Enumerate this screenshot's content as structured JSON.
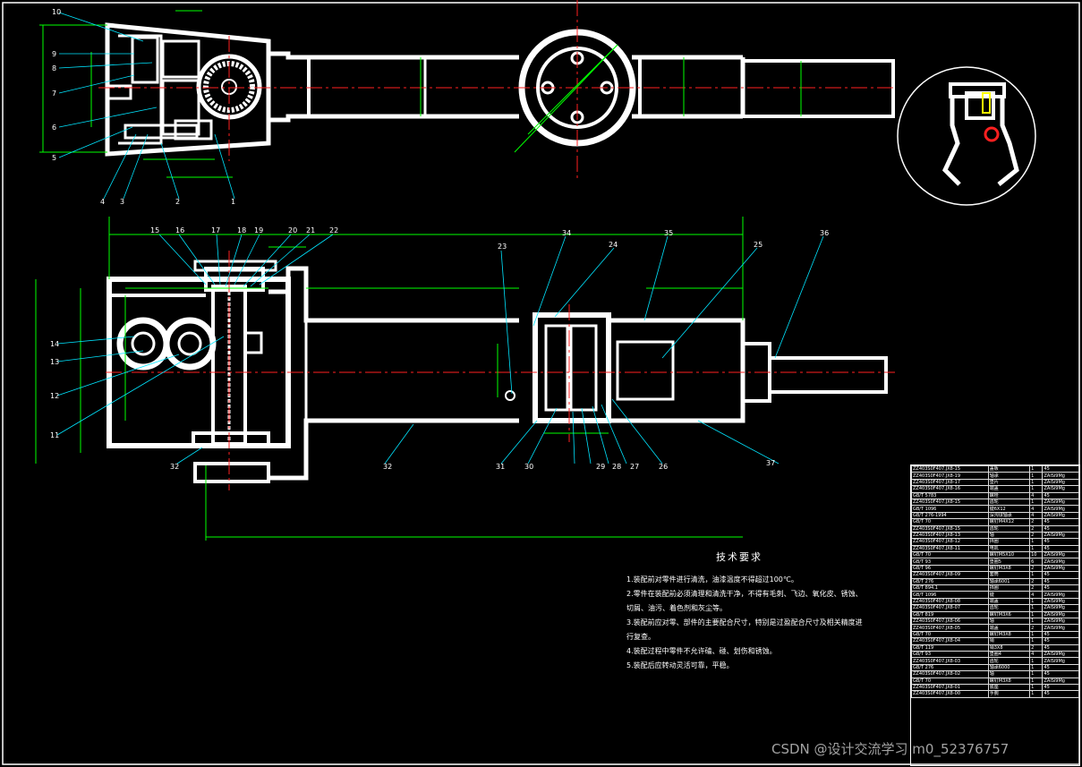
{
  "drawing": {
    "top_view_callouts": [
      "10",
      "9",
      "8",
      "7",
      "6",
      "5",
      "4",
      "3",
      "2",
      "1"
    ],
    "front_view_callouts_top": [
      "15",
      "16",
      "17",
      "18",
      "19",
      "20",
      "21",
      "22",
      "23",
      "34",
      "24",
      "35",
      "25",
      "36"
    ],
    "front_view_callouts_left": [
      "14",
      "13",
      "12",
      "11"
    ],
    "front_view_callouts_bottom": [
      "32",
      "31",
      "30",
      "29",
      "28",
      "27",
      "26",
      "37"
    ],
    "shaft_label": "32"
  },
  "technical_requirements": {
    "title": "技术要求",
    "items": [
      "1.装配前对零件进行清洗，油漆温度不得超过100℃。",
      "2.零件在装配前必须清理和清洗干净，不得有毛刺、飞边、氧化皮、锈蚀、",
      "切屑、油污、着色剂和灰尘等。",
      "3.装配前应对零、部件的主要配合尺寸，特别是过盈配合尺寸及相关精度进",
      "行复查。",
      "4.装配过程中零件不允许磕、碰、划伤和锈蚀。",
      "5.装配后应转动灵活可靠，平稳。"
    ]
  },
  "watermark": "CSDN @设计交流学习 m0_52376757",
  "bom_rows": [
    [
      "ZZ403S0F407.JX8-15",
      "盖板",
      "1",
      "45"
    ],
    [
      "ZZ403S0F407.JX8-19",
      "轴承",
      "1",
      "ZAlSi9Mg"
    ],
    [
      "ZZ403S0F407.JX8-17",
      "垫片",
      "1",
      "ZAlSi9Mg"
    ],
    [
      "ZZ403S0F407.JX8-16",
      "端盖",
      "1",
      "ZAlSi9Mg"
    ],
    [
      "GB/T 5783",
      "螺栓",
      "4",
      "45"
    ],
    [
      "ZZ403S0F407.JX8-15",
      "齿轮",
      "1",
      "ZAlSi9Mg"
    ],
    [
      "GB/T 1096",
      "键6X12",
      "4",
      "ZAlSi9Mg"
    ],
    [
      "GB/T 276-1994",
      "深沟球轴承",
      "4",
      "ZAlSi9Mg"
    ],
    [
      "GB/T 70",
      "螺钉M4X12",
      "2",
      "45"
    ],
    [
      "ZZ403S0F407.JX8-15",
      "齿轮",
      "2",
      "45"
    ],
    [
      "ZZ403S0F407.JX8-13",
      "轴",
      "2",
      "ZAlSi9Mg"
    ],
    [
      "ZZ403S0F407.JX8-12",
      "挡圈",
      "1",
      "45"
    ],
    [
      "ZZ403S0F407.JX8-11",
      "电机",
      "1",
      "45"
    ],
    [
      "GB/T 70",
      "螺钉M5X10",
      "10",
      "ZAlSi9Mg"
    ],
    [
      "GB/T 93",
      "垫圈5",
      "6",
      "ZAlSi9Mg"
    ],
    [
      "GB/T 96",
      "螺钉M3X8",
      "2",
      "ZAlSi9Mg"
    ],
    [
      "ZZ403S0F407.JX8-09",
      "套筒",
      "1",
      "45"
    ],
    [
      "GB/T 276",
      "轴承6001",
      "2",
      "45"
    ],
    [
      "GB/T 894.1",
      "挡圈",
      "2",
      "45"
    ],
    [
      "GB/T 1096",
      "键",
      "4",
      "ZAlSi9Mg"
    ],
    [
      "ZZ403S0F407.JX8-08",
      "端盖",
      "1",
      "ZAlSi9Mg"
    ],
    [
      "ZZ403S0F407.JX8-07",
      "齿轮",
      "1",
      "ZAlSi9Mg"
    ],
    [
      "GB/T 819",
      "螺钉M3X6",
      "1",
      "ZAlSi9Mg"
    ],
    [
      "ZZ403S0F407.JX8-06",
      "轴",
      "1",
      "ZAlSi9Mg"
    ],
    [
      "ZZ403S0F407.JX8-05",
      "端盖",
      "2",
      "ZAlSi9Mg"
    ],
    [
      "GB/T 70",
      "螺钉M3X8",
      "1",
      "45"
    ],
    [
      "ZZ403S0F407.JX8-04",
      "销",
      "1",
      "45"
    ],
    [
      "GB/T 119",
      "销3X8",
      "2",
      "45"
    ],
    [
      "GB/T 93",
      "垫圈4",
      "4",
      "ZAlSi9Mg"
    ],
    [
      "ZZ403S0F407.JX8-03",
      "齿轮",
      "1",
      "ZAlSi9Mg"
    ],
    [
      "GB/T 276",
      "轴承6000",
      "1",
      "45"
    ],
    [
      "ZZ403S0F407.JX8-02",
      "轴",
      "1",
      "45"
    ],
    [
      "GB/T 70",
      "螺钉M3X8",
      "1",
      "ZAlSi9Mg"
    ],
    [
      "ZZ403S0F407.JX8-01",
      "底座",
      "1",
      "45"
    ],
    [
      "ZZ403S0F407.JX8-00",
      "手腕",
      "1",
      "45"
    ]
  ],
  "colors": {
    "line": "#ffffff",
    "dim": "#00ff00",
    "center": "#ff2020",
    "leader": "#00e5ff",
    "yellow": "#ffff00"
  }
}
